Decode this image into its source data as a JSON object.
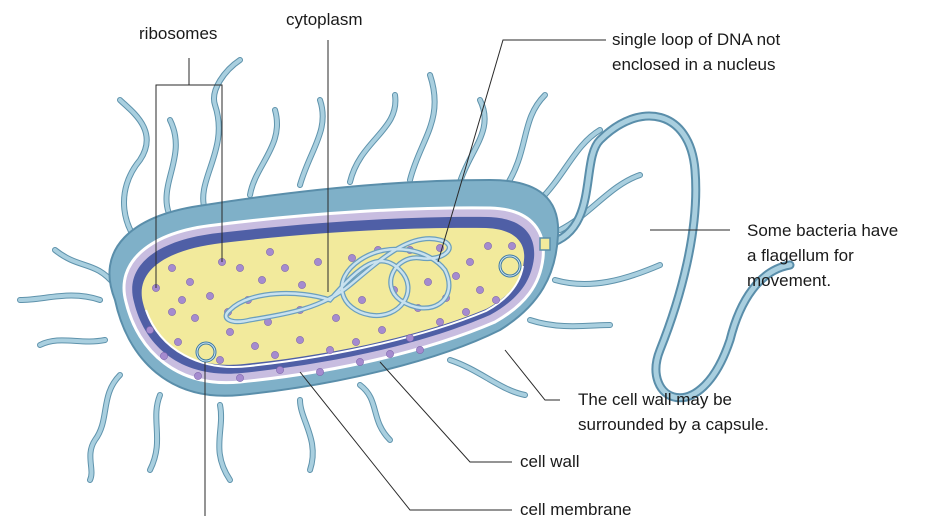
{
  "labels": {
    "ribosomes": "ribosomes",
    "cytoplasm": "cytoplasm",
    "dna_line1": "single loop of DNA not",
    "dna_line2": "enclosed in a nucleus",
    "flagellum_line1": "Some bacteria have",
    "flagellum_line2": "a flagellum for",
    "flagellum_line3": "movement.",
    "capsule_line1": "The cell wall may be",
    "capsule_line2": "surrounded by a capsule.",
    "cell_wall": "cell wall",
    "cell_membrane": "cell membrane"
  },
  "colors": {
    "capsule": "#7fb0c8",
    "capsule_dark": "#5a8eaa",
    "cell_wall": "#c8bde0",
    "membrane": "#4f5fa6",
    "cytoplasm": "#f2ea9c",
    "ribosome": "#a58bcf",
    "dna": "#9fc7de",
    "pili": "#a9cfdf"
  },
  "icons": [
    "bacterium-cell",
    "dna-loop",
    "plasmid-ring",
    "flagellum",
    "pili"
  ]
}
